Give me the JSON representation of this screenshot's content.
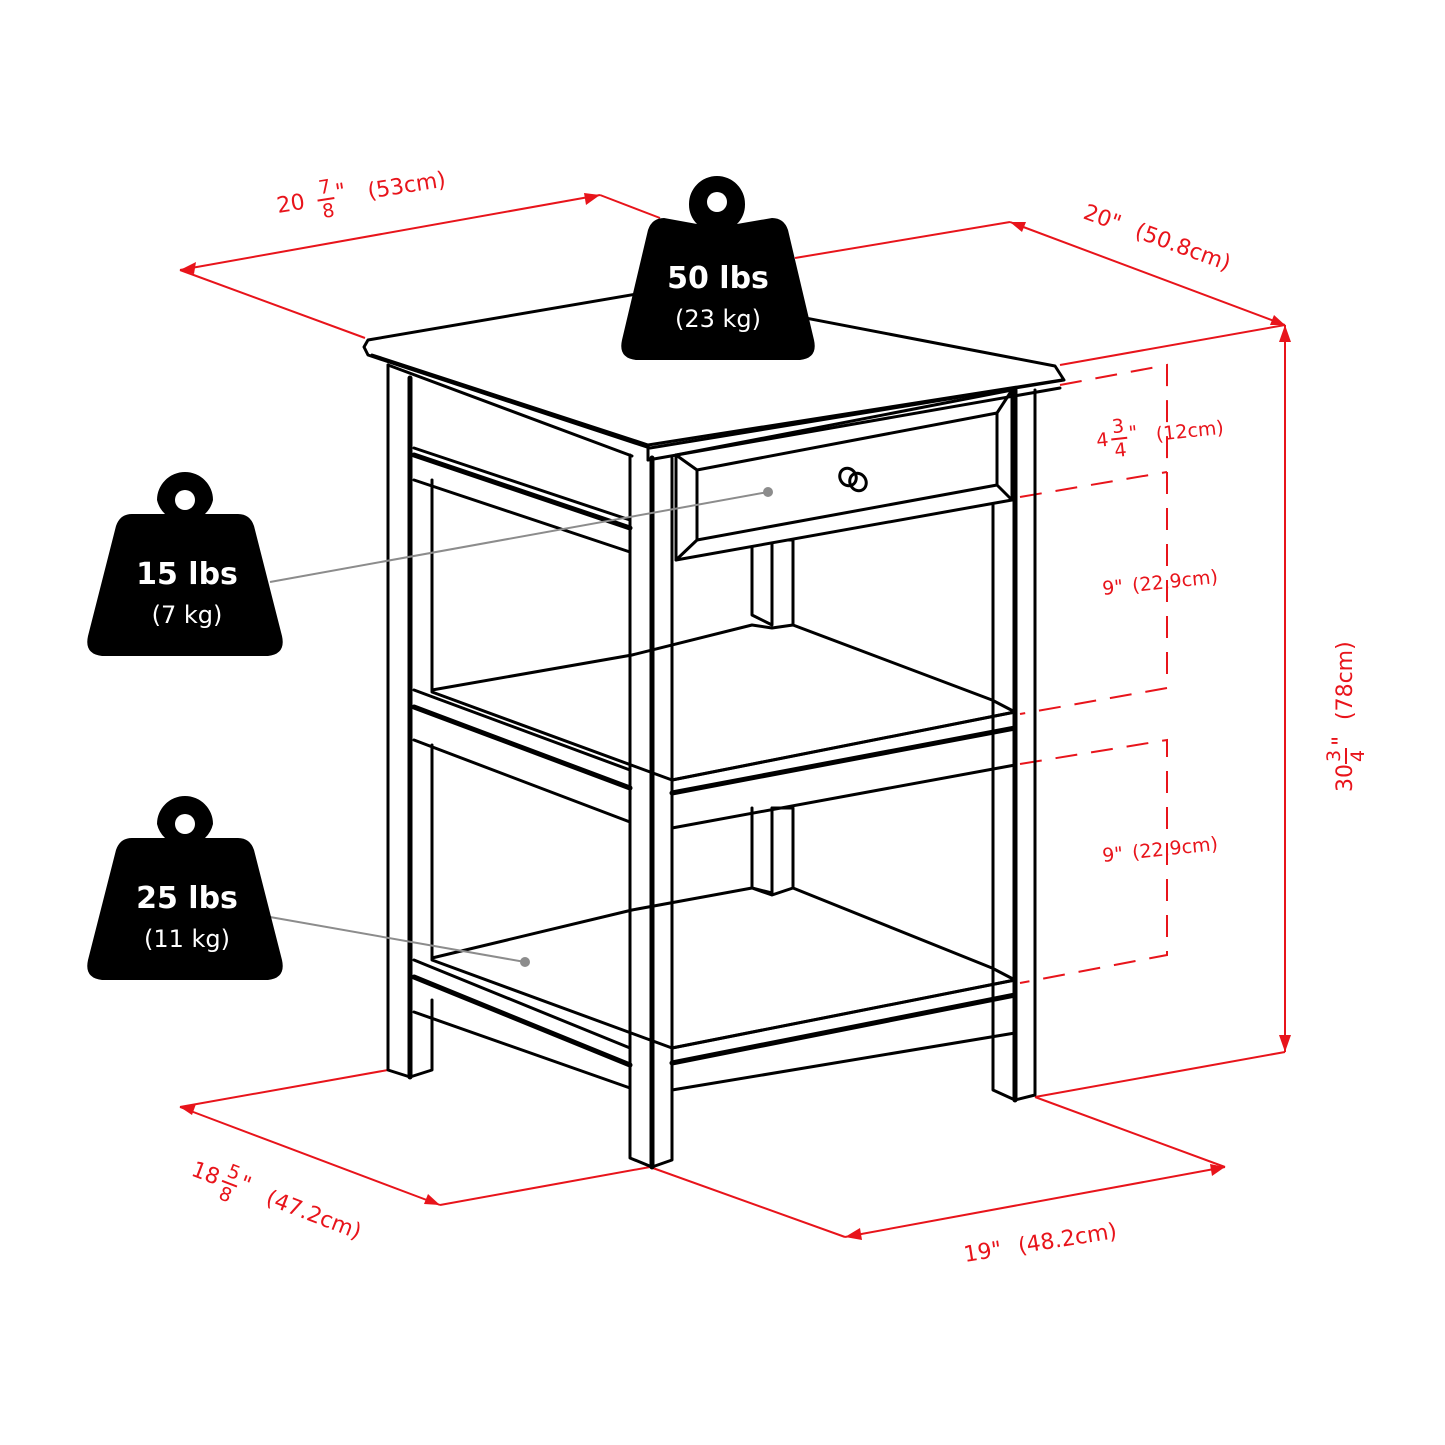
{
  "diagram": {
    "subject": "End table with drawer and two open shelves",
    "colors": {
      "dimension": "#e8141b",
      "outline": "#000000",
      "leader": "#8c8c8c",
      "weight_badge": "#000000",
      "weight_text": "#ffffff"
    },
    "dimensions": {
      "top_width": {
        "whole": "20",
        "num": "7",
        "den": "8",
        "unit": "\"",
        "metric": "(53cm)"
      },
      "top_depth": {
        "label": "20\"",
        "metric": "(50.8cm)"
      },
      "total_height": {
        "whole": "30",
        "num": "3",
        "den": "4",
        "unit": "\"",
        "metric": "(78cm)"
      },
      "drawer_height": {
        "whole": "4",
        "num": "3",
        "den": "4",
        "unit": "\"",
        "metric": "(12cm)"
      },
      "upper_shelf_clearance": {
        "label": "9\"",
        "metric": "(22.9cm)"
      },
      "lower_shelf_clearance": {
        "label": "9\"",
        "metric": "(22.9cm)"
      },
      "base_depth": {
        "whole": "18",
        "num": "5",
        "den": "8",
        "unit": "\"",
        "metric": "(47.2cm)"
      },
      "base_width": {
        "label": "19\"",
        "metric": "(48.2cm)"
      }
    },
    "weights": {
      "top": {
        "lbs": "50 lbs",
        "kg": "(23 kg)",
        "icon": "weight-icon"
      },
      "drawer": {
        "lbs": "15 lbs",
        "kg": "(7 kg)",
        "icon": "weight-icon"
      },
      "bottom_shelf": {
        "lbs": "25 lbs",
        "kg": "(11 kg)",
        "icon": "weight-icon"
      }
    }
  }
}
